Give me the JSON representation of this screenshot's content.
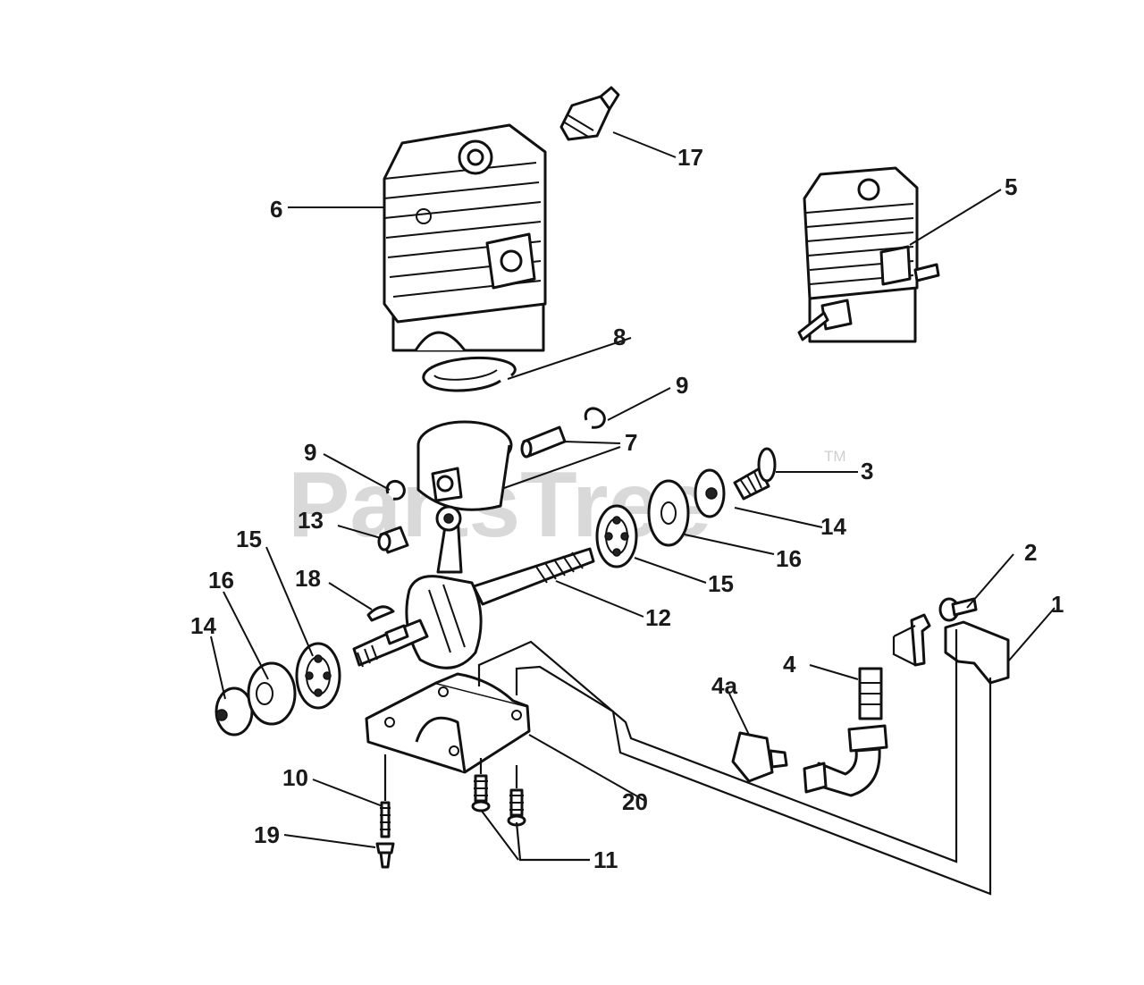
{
  "watermark": {
    "text": "PartsTree",
    "trademark": "TM"
  },
  "callouts": [
    "1",
    "2",
    "3",
    "4",
    "4a",
    "5",
    "6",
    "7",
    "8",
    "9",
    "9",
    "10",
    "11",
    "12",
    "13",
    "14",
    "14",
    "15",
    "15",
    "16",
    "16",
    "17",
    "18",
    "19",
    "20"
  ]
}
